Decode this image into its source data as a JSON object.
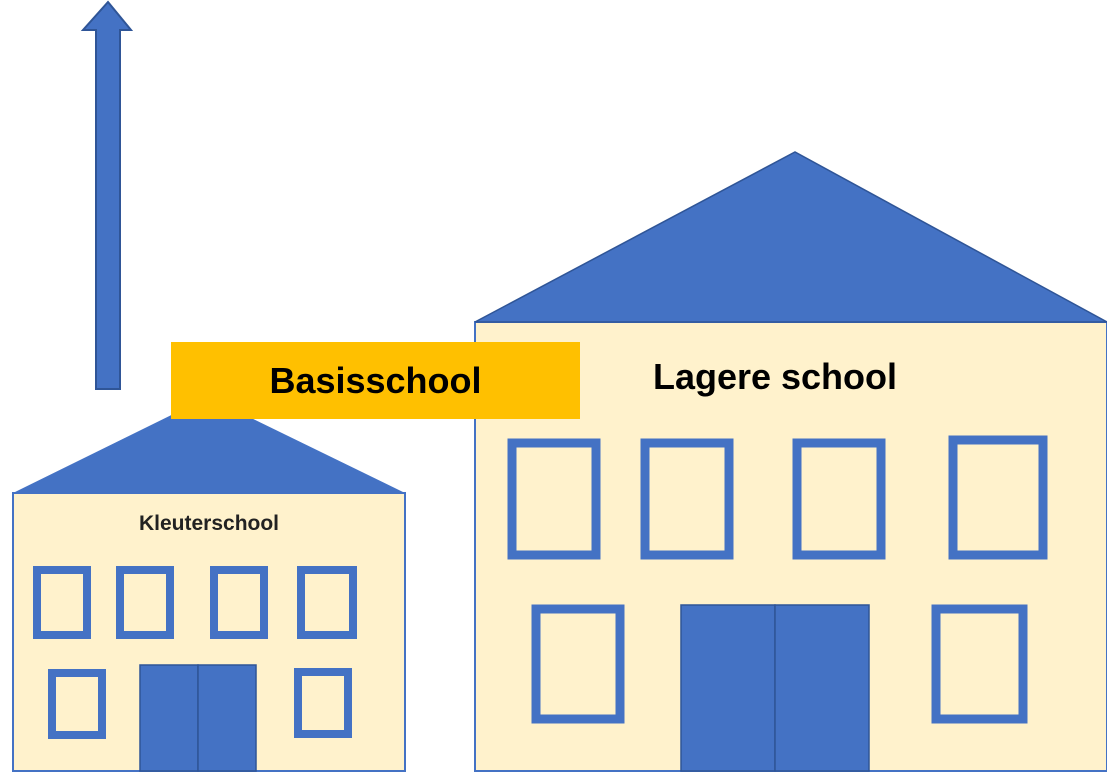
{
  "colors": {
    "roof": "#4472c4",
    "wall": "#fff2cc",
    "banner": "#ffc000",
    "stroke": "#2f5597"
  },
  "arrow": {
    "direction": "up",
    "icon": "arrow-up-icon"
  },
  "small_building": {
    "label": "Kleuterschool"
  },
  "big_building": {
    "label": "Lagere school"
  },
  "banner": {
    "label": "Basisschool"
  }
}
